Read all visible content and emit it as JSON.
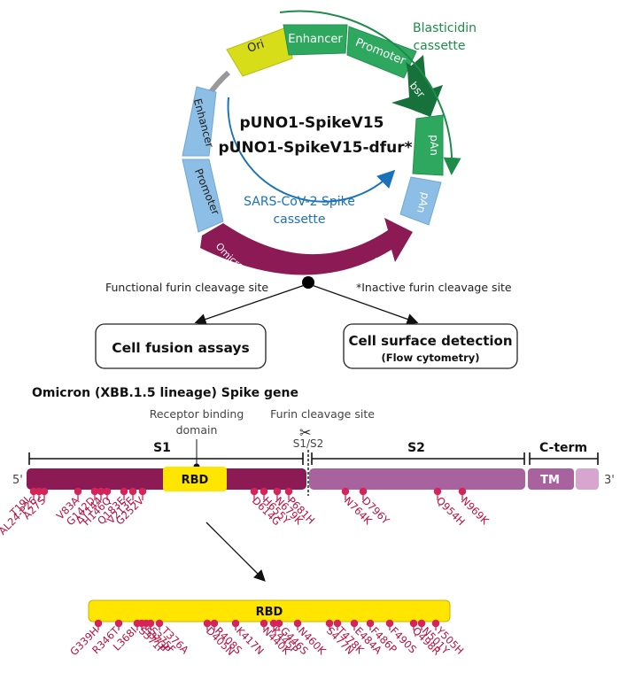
{
  "plasmid": {
    "name_1": "pUNO1-SpikeV15",
    "name_2": "pUNO1-SpikeV15-dfur*",
    "segments": {
      "ori": "Ori",
      "enhancer_top": "Enhancer",
      "promoter_top": "Promoter",
      "bsr": "bsr",
      "pan_1": "pAn",
      "pan_2": "pAn",
      "enhancer_left": "Enhancer",
      "promoter_left": "Promoter",
      "spike_gene": "Omicron (XBB.1.5 lineage) Spike gene"
    },
    "blasticidin_1": "Blasticidin",
    "blasticidin_2": "cassette",
    "sars_1": "SARS-CoV-2 Spike",
    "sars_2": "cassette",
    "colors": {
      "blasticidin": "#1e8c49",
      "sars": "#1a72b8",
      "spike": "#8b1a55",
      "ori": "#d8dd1a",
      "green": "#2fa85f",
      "blue": "#8cbee6"
    }
  },
  "flow": {
    "functional_label": "Functional furin cleavage site",
    "inactive_label": "*Inactive furin cleavage site",
    "box_left": "Cell fusion assays",
    "box_right_title": "Cell surface detection",
    "box_right_sub": "(Flow cytometry)"
  },
  "gene": {
    "title": "Omicron (XBB.1.5 lineage) Spike gene",
    "rbd_annotation_1": "Receptor binding",
    "rbd_annotation_2": "domain",
    "furin_label": "Furin cleavage site",
    "cleavage_label": "S1/S2",
    "s1": "S1",
    "s2": "S2",
    "cterm": "C-term",
    "rbd": "RBD",
    "tm": "TM",
    "five_prime": "5'",
    "three_prime": "3'",
    "s1_mutations": [
      "T19I",
      "AL24-P26",
      "A27S",
      "V83A",
      "G142D",
      "ΔY144",
      "H146Q",
      "Q183E",
      "V213E",
      "G252V"
    ],
    "s1_right_mutations": [
      "D614G",
      "H655Y",
      "N679K",
      "P681H"
    ],
    "s2_mutations": [
      "N764K",
      "D796Y",
      "Q954H",
      "N969K"
    ]
  },
  "rbd_detail": {
    "label": "RBD",
    "mutations": [
      "G339H",
      "R346T",
      "L368I",
      "S371F",
      "S373P",
      "S375F",
      "T376A",
      "D405N",
      "R408S",
      "K417N",
      "N440K",
      "K445P",
      "G446S",
      "N460K",
      "S477N",
      "T478K",
      "E484A",
      "F486P",
      "F490S",
      "Q498R",
      "N501Y",
      "Y505H"
    ]
  }
}
